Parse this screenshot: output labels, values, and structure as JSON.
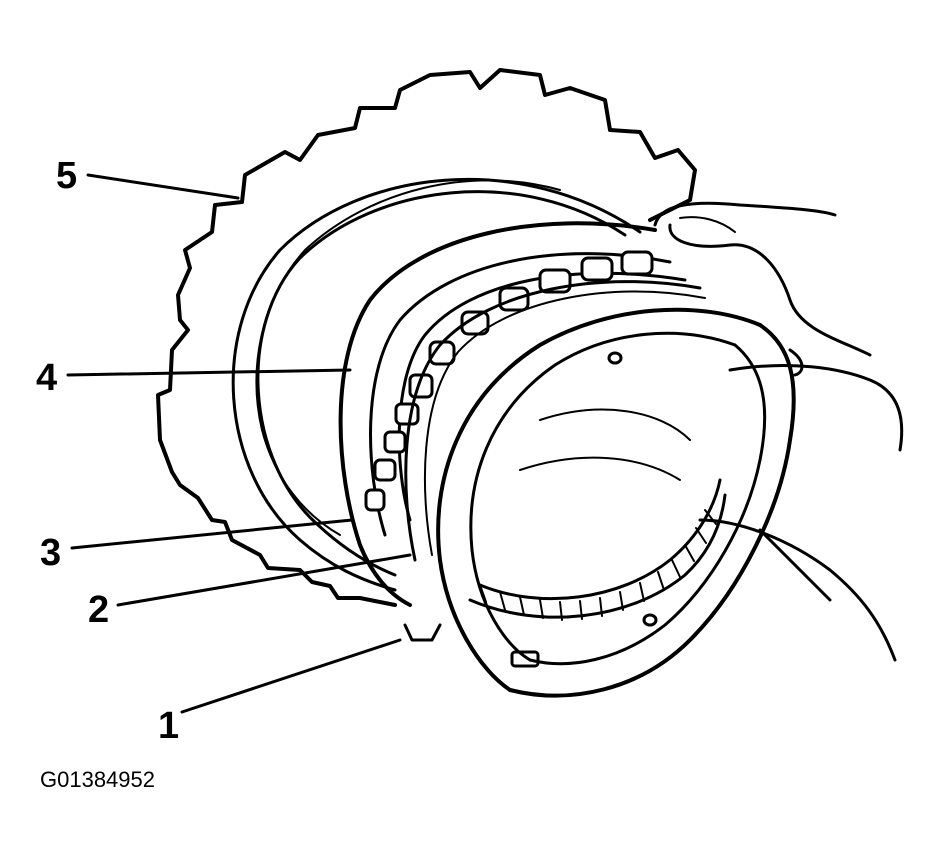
{
  "callouts": [
    {
      "id": "1",
      "label": "1"
    },
    {
      "id": "2",
      "label": "2"
    },
    {
      "id": "3",
      "label": "3"
    },
    {
      "id": "4",
      "label": "4"
    },
    {
      "id": "5",
      "label": "5"
    }
  ],
  "figure_id": "G01384952",
  "colors": {
    "ink": "#000000",
    "paper": "#ffffff"
  }
}
